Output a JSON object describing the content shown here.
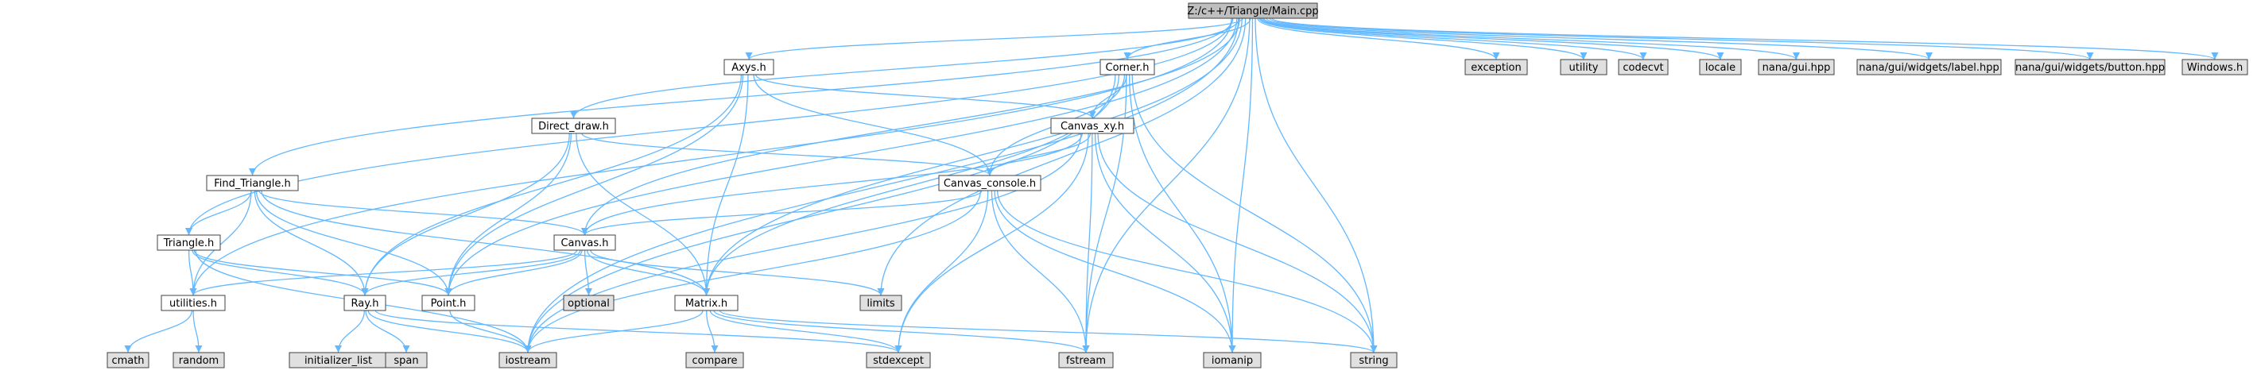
{
  "graph": {
    "colors": {
      "background": "#ffffff",
      "edge": "#63b8ff",
      "node_border": "#404040",
      "root_fill": "#bfbfbf",
      "header_fill": "#ffffff",
      "system_fill": "#e0e0e0",
      "label": "#000000"
    },
    "nodes": [
      {
        "id": "main",
        "label": "Z:/c++/Triangle/Main.cpp",
        "kind": "root"
      },
      {
        "id": "exception",
        "label": "exception",
        "kind": "system"
      },
      {
        "id": "utility",
        "label": "utility",
        "kind": "system"
      },
      {
        "id": "codecvt",
        "label": "codecvt",
        "kind": "system"
      },
      {
        "id": "locale",
        "label": "locale",
        "kind": "system"
      },
      {
        "id": "nanagui",
        "label": "nana/gui.hpp",
        "kind": "system"
      },
      {
        "id": "nanalabel",
        "label": "nana/gui/widgets/label.hpp",
        "kind": "system"
      },
      {
        "id": "nanabutton",
        "label": "nana/gui/widgets/button.hpp",
        "kind": "system"
      },
      {
        "id": "windows",
        "label": "Windows.h",
        "kind": "system"
      },
      {
        "id": "axys",
        "label": "Axys.h",
        "kind": "header"
      },
      {
        "id": "corner",
        "label": "Corner.h",
        "kind": "header"
      },
      {
        "id": "direct",
        "label": "Direct_draw.h",
        "kind": "header"
      },
      {
        "id": "canvasxy",
        "label": "Canvas_xy.h",
        "kind": "header"
      },
      {
        "id": "findtri",
        "label": "Find_Triangle.h",
        "kind": "header"
      },
      {
        "id": "canvascon",
        "label": "Canvas_console.h",
        "kind": "header"
      },
      {
        "id": "triangle",
        "label": "Triangle.h",
        "kind": "header"
      },
      {
        "id": "canvas",
        "label": "Canvas.h",
        "kind": "header"
      },
      {
        "id": "utilities",
        "label": "utilities.h",
        "kind": "header"
      },
      {
        "id": "ray",
        "label": "Ray.h",
        "kind": "header"
      },
      {
        "id": "point",
        "label": "Point.h",
        "kind": "header"
      },
      {
        "id": "optional",
        "label": "optional",
        "kind": "system"
      },
      {
        "id": "limits",
        "label": "limits",
        "kind": "system"
      },
      {
        "id": "matrix",
        "label": "Matrix.h",
        "kind": "header"
      },
      {
        "id": "cmath",
        "label": "cmath",
        "kind": "system"
      },
      {
        "id": "random",
        "label": "random",
        "kind": "system"
      },
      {
        "id": "initlist",
        "label": "initializer_list",
        "kind": "system"
      },
      {
        "id": "span",
        "label": "span",
        "kind": "system"
      },
      {
        "id": "iostream",
        "label": "iostream",
        "kind": "system"
      },
      {
        "id": "compare",
        "label": "compare",
        "kind": "system"
      },
      {
        "id": "stdexcept",
        "label": "stdexcept",
        "kind": "system"
      },
      {
        "id": "fstream",
        "label": "fstream",
        "kind": "system"
      },
      {
        "id": "iomanip",
        "label": "iomanip",
        "kind": "system"
      },
      {
        "id": "string",
        "label": "string",
        "kind": "system"
      }
    ],
    "edges": [
      [
        "main",
        "exception"
      ],
      [
        "main",
        "utility"
      ],
      [
        "main",
        "codecvt"
      ],
      [
        "main",
        "locale"
      ],
      [
        "main",
        "nanagui"
      ],
      [
        "main",
        "nanalabel"
      ],
      [
        "main",
        "nanabutton"
      ],
      [
        "main",
        "windows"
      ],
      [
        "main",
        "axys"
      ],
      [
        "main",
        "corner"
      ],
      [
        "main",
        "direct"
      ],
      [
        "main",
        "findtri"
      ],
      [
        "main",
        "triangle"
      ],
      [
        "main",
        "canvas"
      ],
      [
        "main",
        "utilities"
      ],
      [
        "main",
        "point"
      ],
      [
        "main",
        "matrix"
      ],
      [
        "main",
        "limits"
      ],
      [
        "main",
        "iostream"
      ],
      [
        "main",
        "fstream"
      ],
      [
        "main",
        "iomanip"
      ],
      [
        "main",
        "string"
      ],
      [
        "axys",
        "canvasxy"
      ],
      [
        "axys",
        "canvascon"
      ],
      [
        "axys",
        "ray"
      ],
      [
        "axys",
        "point"
      ],
      [
        "axys",
        "matrix"
      ],
      [
        "corner",
        "canvasxy"
      ],
      [
        "corner",
        "canvascon"
      ],
      [
        "corner",
        "matrix"
      ],
      [
        "corner",
        "iostream"
      ],
      [
        "corner",
        "fstream"
      ],
      [
        "corner",
        "iomanip"
      ],
      [
        "corner",
        "string"
      ],
      [
        "direct",
        "canvascon"
      ],
      [
        "direct",
        "ray"
      ],
      [
        "direct",
        "point"
      ],
      [
        "direct",
        "matrix"
      ],
      [
        "canvasxy",
        "canvascon"
      ],
      [
        "canvasxy",
        "canvas"
      ],
      [
        "canvasxy",
        "iostream"
      ],
      [
        "canvasxy",
        "stdexcept"
      ],
      [
        "canvasxy",
        "fstream"
      ],
      [
        "canvasxy",
        "iomanip"
      ],
      [
        "canvasxy",
        "string"
      ],
      [
        "findtri",
        "triangle"
      ],
      [
        "findtri",
        "utilities"
      ],
      [
        "findtri",
        "ray"
      ],
      [
        "findtri",
        "point"
      ],
      [
        "findtri",
        "canvas"
      ],
      [
        "findtri",
        "matrix"
      ],
      [
        "canvascon",
        "canvas"
      ],
      [
        "canvascon",
        "iostream"
      ],
      [
        "canvascon",
        "stdexcept"
      ],
      [
        "canvascon",
        "fstream"
      ],
      [
        "canvascon",
        "iomanip"
      ],
      [
        "canvascon",
        "string"
      ],
      [
        "triangle",
        "utilities"
      ],
      [
        "triangle",
        "ray"
      ],
      [
        "triangle",
        "point"
      ],
      [
        "triangle",
        "iostream"
      ],
      [
        "canvas",
        "utilities"
      ],
      [
        "canvas",
        "ray"
      ],
      [
        "canvas",
        "point"
      ],
      [
        "canvas",
        "optional"
      ],
      [
        "canvas",
        "limits"
      ],
      [
        "canvas",
        "matrix"
      ],
      [
        "utilities",
        "cmath"
      ],
      [
        "utilities",
        "random"
      ],
      [
        "ray",
        "initlist"
      ],
      [
        "ray",
        "span"
      ],
      [
        "ray",
        "iostream"
      ],
      [
        "ray",
        "stdexcept"
      ],
      [
        "point",
        "iostream"
      ],
      [
        "matrix",
        "iostream"
      ],
      [
        "matrix",
        "compare"
      ],
      [
        "matrix",
        "stdexcept"
      ],
      [
        "matrix",
        "fstream"
      ],
      [
        "matrix",
        "string"
      ]
    ]
  }
}
